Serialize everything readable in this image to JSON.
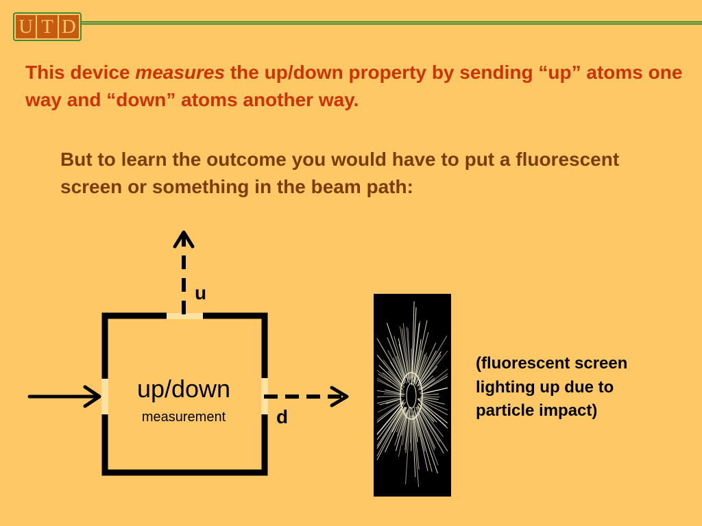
{
  "logo": {
    "letters": [
      "U",
      "T",
      "D"
    ]
  },
  "headline": {
    "part1": "This device ",
    "emphasis": "measures",
    "part2": " the up/down property by sending “up” atoms one way and “down” atoms another way."
  },
  "subtext": "But to learn the outcome you would have to put a fluorescent screen or something in the beam path:",
  "diagram": {
    "box_title": "up/down",
    "box_subtitle": "measurement",
    "up_label": "u",
    "down_label": "d"
  },
  "caption": "(fluorescent screen lighting up due to particle impact)",
  "colors": {
    "background": "#ffc866",
    "headline": "#cc3300",
    "subtext": "#7a3d0a",
    "logo_fill": "#c55a11",
    "logo_border": "#3f8a34"
  }
}
